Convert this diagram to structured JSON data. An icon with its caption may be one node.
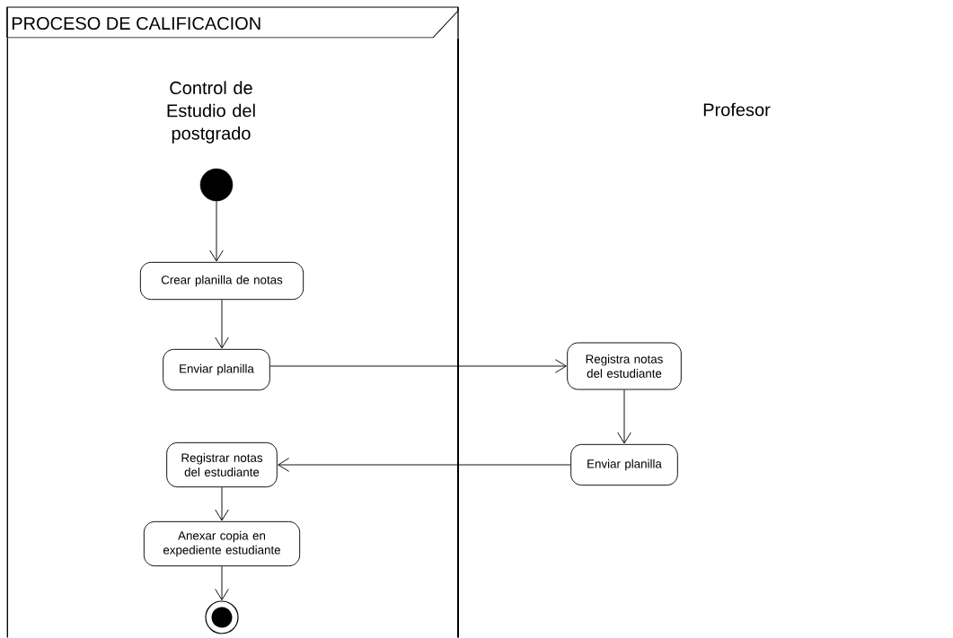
{
  "diagram": {
    "title": "PROCESO DE CALIFICACION",
    "nodes": [
      {
        "text": [
          "Control de Estudio del postgrado"
        ]
      },
      {
        "text": [
          "Profesor"
        ]
      },
      {
        "text": [],
        "shape": "circle",
        "in": 0
      },
      {
        "text": [
          "Crear planilla de notas"
        ],
        "in": 0
      },
      {
        "text": [
          "Enviar planilla"
        ],
        "in": 0
      },
      {
        "text": [
          "Registra notas del estudiante"
        ],
        "in": 1
      },
      {
        "text": [
          "Enviar planilla"
        ],
        "in": 1
      },
      {
        "text": [
          "Registrar notas del estudiante"
        ],
        "in": 0
      },
      {
        "text": [
          "Anexar copia en expediente estudiante"
        ],
        "in": 0
      },
      {
        "text": [],
        "shape": "bullseye",
        "in": 0
      }
    ],
    "edges": [
      {
        "from": 2,
        "to": 3,
        "arrow": "to"
      },
      {
        "from": 3,
        "to": 4,
        "arrow": "to"
      },
      {
        "from": 4,
        "to": 5,
        "arrow": "to"
      },
      {
        "from": 5,
        "to": 6,
        "arrow": "to"
      },
      {
        "from": 6,
        "to": 7,
        "arrow": "to"
      },
      {
        "from": 7,
        "to": 8,
        "arrow": "to"
      },
      {
        "from": 8,
        "to": 9,
        "arrow": "to"
      }
    ]
  }
}
